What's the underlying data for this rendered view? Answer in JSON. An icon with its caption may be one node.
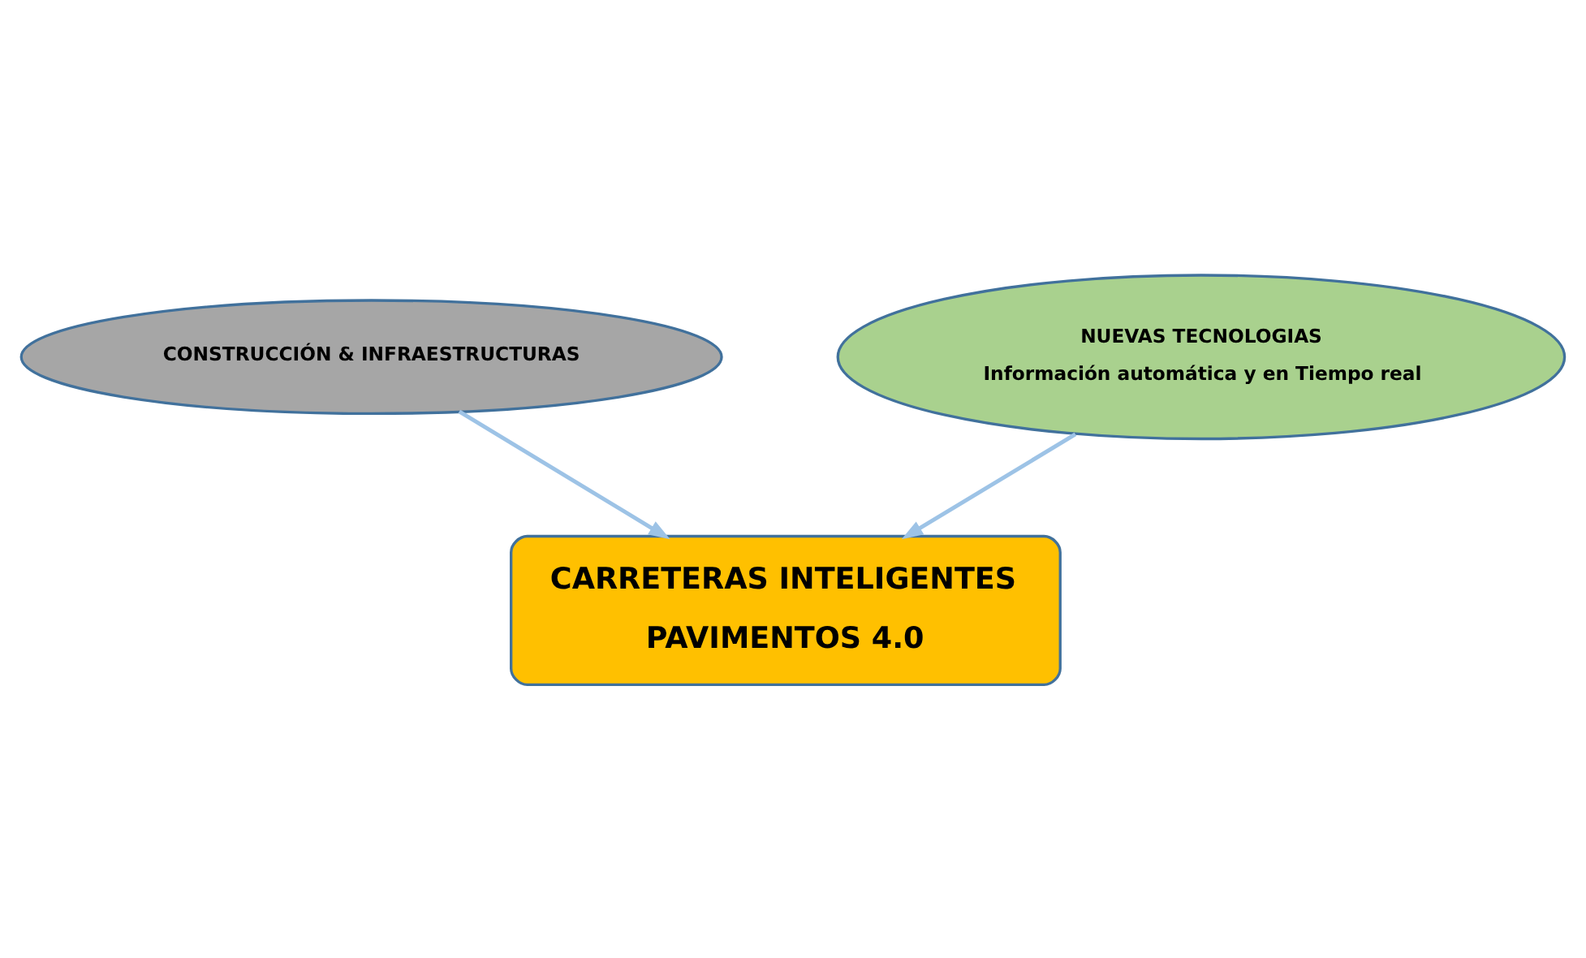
{
  "diagram": {
    "nodes": [
      {
        "text": [
          "CONSTRUCCIÓN & INFRAESTRUCTURAS"
        ]
      },
      {
        "text": [
          "NUEVAS TECNOLOGIAS",
          "Información automática y en Tiempo real"
        ]
      },
      {
        "text": [
          "CARRETERAS INTELIGENTES",
          "PAVIMENTOS 4.0"
        ]
      }
    ],
    "edges": [
      {
        "from": 0,
        "to": 2,
        "arrow": "to"
      },
      {
        "from": 1,
        "to": 2,
        "arrow": "to"
      }
    ]
  }
}
